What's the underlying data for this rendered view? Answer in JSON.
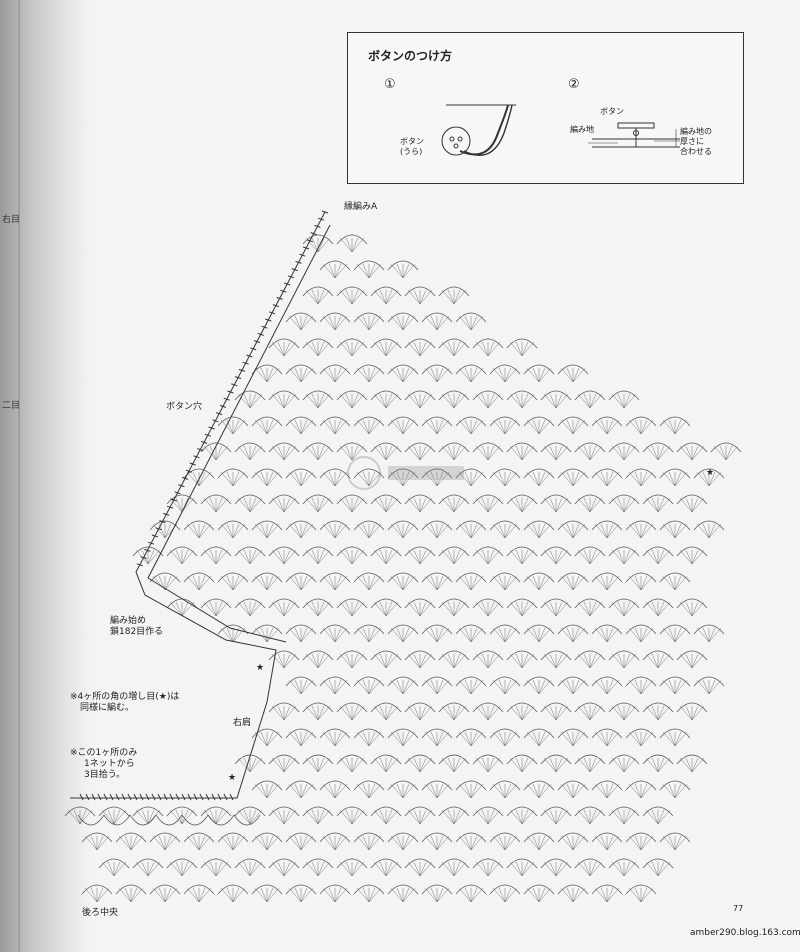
{
  "side_fragments": [
    "右目",
    "二目"
  ],
  "button_box": {
    "title": "ボタンのつけ方",
    "step1": {
      "number": "①",
      "label_line1": "ボタン",
      "label_line2": "(うら)"
    },
    "step2": {
      "number": "②",
      "button_label": "ボタン",
      "fabric_label": "編み地",
      "note_line1": "編み地の",
      "note_line2": "厚さに",
      "note_line3": "合わせる"
    }
  },
  "chart_labels": {
    "edging": "縁編みA",
    "buttonhole": "ボタン穴",
    "start_line1": "編み始め",
    "start_line2": "鎖182目作る",
    "corner_note_line1": "※4ヶ所の角の増し目(★)は",
    "corner_note_line2": "同様に編む。",
    "right_shoulder": "右肩",
    "once_note_line1": "※この1ヶ所のみ",
    "once_note_line2": "1ネットから",
    "once_note_line3": "3目拾う。",
    "back_center": "後ろ中央"
  },
  "page_number": "77",
  "blog": "amber290.blog.163.com"
}
